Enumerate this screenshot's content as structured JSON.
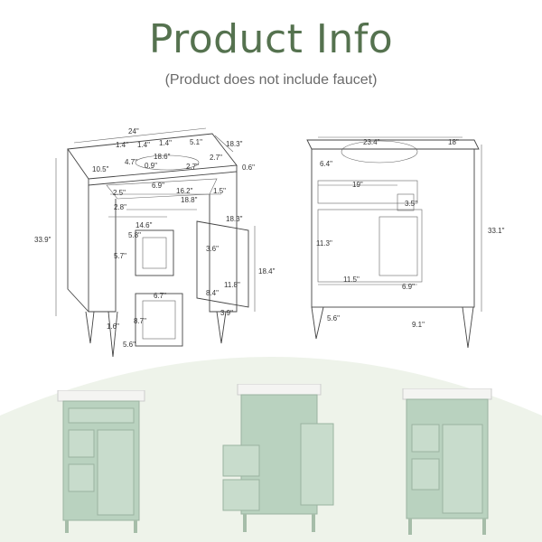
{
  "header": {
    "title": "Product Info",
    "subtitle": "(Product does not include faucet)"
  },
  "colors": {
    "title_green": "#55724f",
    "cabinet_green": "#b9d2bf",
    "background_arc": "#eef3ea"
  },
  "left_drawing": {
    "dims": {
      "top_width": "24\"",
      "top_depth": "18.3\"",
      "height": "33.9\"",
      "d1": "1.4\"",
      "d2": "1.4\"",
      "d3": "1.4\"",
      "d4": "5.1\"",
      "d5": "4.7\"",
      "d6": "18.6\"",
      "d7": "2.7\"",
      "d8": "10.5\"",
      "d9": "0.9\"",
      "d10": "2.7\"",
      "d11": "0.6\"",
      "d12": "6.9\"",
      "d13": "16.2\"",
      "d14": "2.5\"",
      "d15": "1.5\"",
      "d16": "18.8\"",
      "d17": "2.8\"",
      "d18": "14.6\"",
      "d19": "18.3\"",
      "d20": "5.8\"",
      "d21": "3.6\"",
      "d22": "5.7\"",
      "d23": "18.4\"",
      "d24": "11.8\"",
      "d25": "6.7\"",
      "d26": "8.4\"",
      "d27": "1.6\"",
      "d28": "8.7\"",
      "d29": "3.9\"",
      "d30": "5.6\""
    }
  },
  "right_drawing": {
    "dims": {
      "width": "23.4\"",
      "depth": "18\"",
      "height": "33.1\"",
      "d1": "6.4\"",
      "d2": "19\"",
      "d3": "3.5\"",
      "d4": "11.3\"",
      "d5": "11.5\"",
      "d6": "6.9\"",
      "d7": "5.6\"",
      "d8": "9.1\""
    }
  }
}
